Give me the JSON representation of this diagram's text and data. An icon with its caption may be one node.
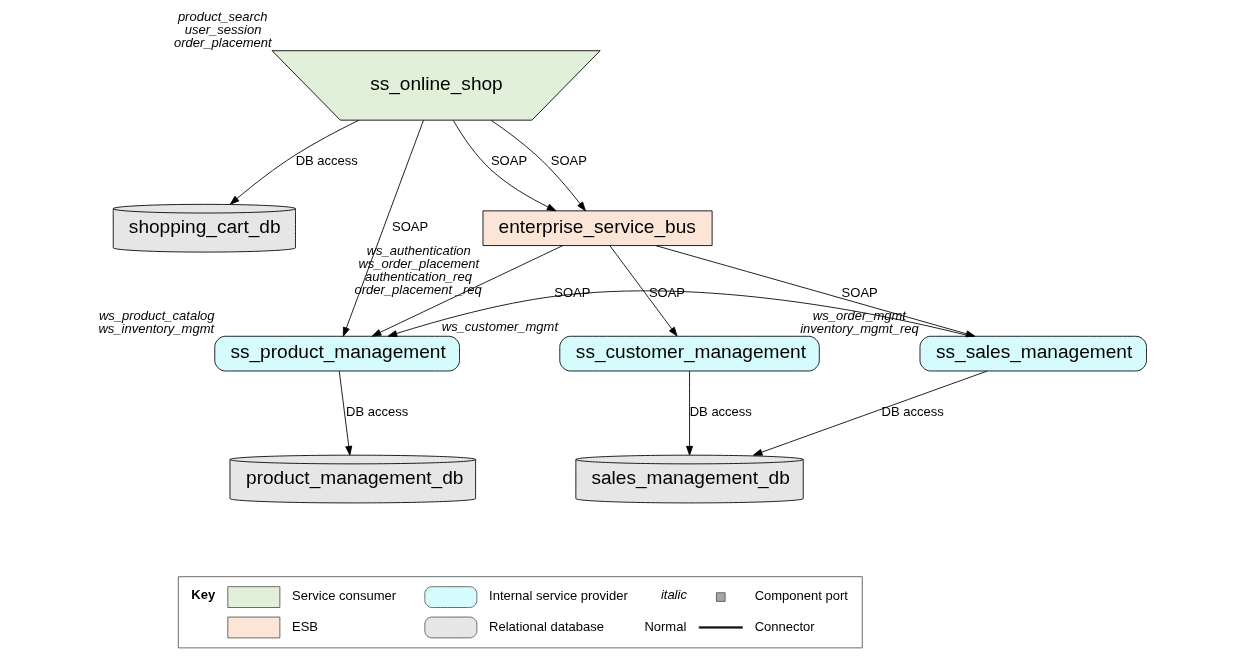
{
  "diagram": {
    "nodes": [
      {
        "text": [
          "ss_online_shop"
        ],
        "beside": [
          "product_search",
          "user_session",
          "order_placement"
        ]
      },
      {
        "text": [
          "shopping_cart_db"
        ]
      },
      {
        "text": [
          "enterprise_service_bus"
        ],
        "beside": [
          "ws_authentication",
          "ws_order_placement",
          "authentication_req",
          "order_placement _req"
        ]
      },
      {
        "text": [
          "ss_product_management"
        ],
        "beside": [
          "ws_product_catalog",
          "ws_inventory_mgmt"
        ]
      },
      {
        "text": [
          "ss_customer_management"
        ],
        "beside": [
          "ws_customer_mgmt"
        ]
      },
      {
        "text": [
          "ss_sales_management"
        ],
        "beside": [
          "ws_order_mgmt",
          "inventory_mgmt_req"
        ]
      },
      {
        "text": [
          "product_management_db"
        ]
      },
      {
        "text": [
          "sales_management_db"
        ]
      }
    ],
    "edges": [
      {
        "from": 0,
        "to": 1,
        "arrow": "to",
        "label": "DB access"
      },
      {
        "from": 0,
        "to": 2,
        "arrow": "to",
        "label": "SOAP"
      },
      {
        "from": 0,
        "to": 2,
        "arrow": "to",
        "label": "SOAP"
      },
      {
        "from": 0,
        "to": 3,
        "arrow": "to",
        "label": "SOAP"
      },
      {
        "from": 2,
        "to": 3,
        "arrow": "to"
      },
      {
        "from": 2,
        "to": 4,
        "arrow": "to",
        "label": "SOAP"
      },
      {
        "from": 2,
        "to": 5,
        "arrow": "to",
        "label": "SOAP"
      },
      {
        "from": 5,
        "to": 3,
        "arrow": "to",
        "label": "SOAP"
      },
      {
        "from": 3,
        "to": 6,
        "arrow": "to",
        "label": "DB access"
      },
      {
        "from": 4,
        "to": 7,
        "arrow": "to",
        "label": "DB access"
      },
      {
        "from": 5,
        "to": 7,
        "arrow": "to",
        "label": "DB access"
      }
    ],
    "labels": [
      "Key",
      "italic",
      "Normal"
    ],
    "legend": [
      {
        "text": "Service consumer"
      },
      {
        "text": "ESB",
        "color": "#fbe5d6"
      },
      {
        "text": "Internal service provider"
      },
      {
        "text": "Relational database"
      },
      {
        "text": "Component port"
      },
      {
        "text": "Connector"
      }
    ]
  }
}
